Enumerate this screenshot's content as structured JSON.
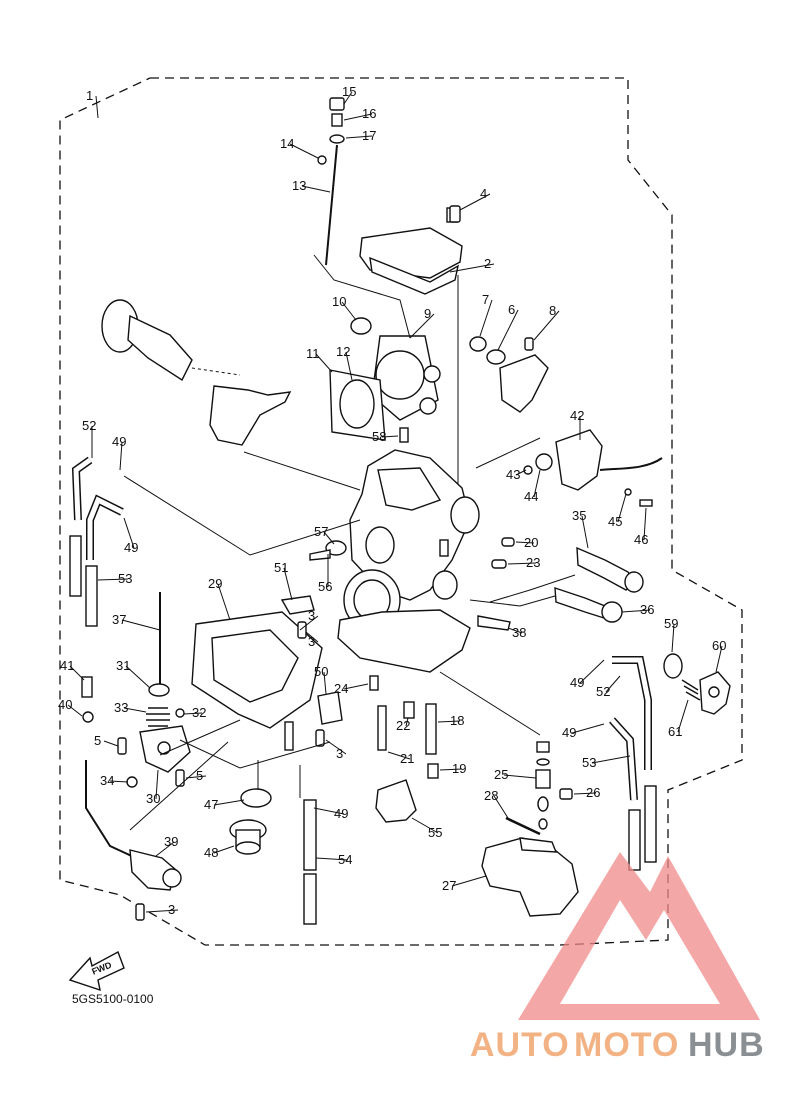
{
  "diagram": {
    "catalog_code": "5GS5100-0100",
    "direction_label": "FWD",
    "callouts": [
      "1",
      "2",
      "3",
      "3",
      "3",
      "3",
      "4",
      "5",
      "5",
      "6",
      "7",
      "8",
      "9",
      "10",
      "11",
      "12",
      "13",
      "14",
      "15",
      "16",
      "17",
      "18",
      "19",
      "20",
      "21",
      "22",
      "23",
      "24",
      "25",
      "26",
      "27",
      "28",
      "29",
      "30",
      "31",
      "32",
      "33",
      "34",
      "35",
      "36",
      "37",
      "38",
      "39",
      "40",
      "41",
      "42",
      "43",
      "44",
      "45",
      "46",
      "47",
      "48",
      "49",
      "49",
      "49",
      "49",
      "49",
      "50",
      "51",
      "52",
      "52",
      "53",
      "53",
      "54",
      "55",
      "56",
      "57",
      "58",
      "59",
      "60",
      "61"
    ]
  },
  "watermark": {
    "text_part1": "AUTO",
    "text_part2": "MOTO",
    "text_part3": "HUB",
    "color_light": "#f3b283",
    "color_dark": "#8a8f93",
    "color_triangle": "#f08a8a"
  }
}
